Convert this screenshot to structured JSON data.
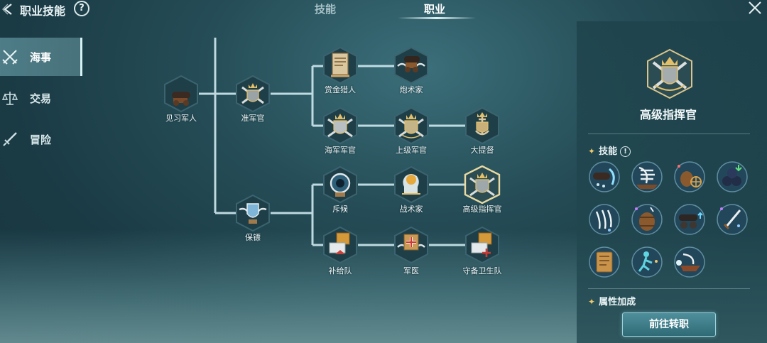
{
  "header": {
    "title": "职业技能",
    "help": "?",
    "tabs": [
      {
        "label": "技能",
        "active": false
      },
      {
        "label": "职业",
        "active": true
      }
    ]
  },
  "categories": [
    {
      "label": "海事",
      "icon": "crossed-swords-icon",
      "active": true
    },
    {
      "label": "交易",
      "icon": "scales-icon",
      "active": false
    },
    {
      "label": "冒险",
      "icon": "sword-icon",
      "active": false
    }
  ],
  "tree": {
    "nodes": {
      "trainee": {
        "label": "见习军人",
        "icon": "cannon-icon"
      },
      "ensign": {
        "label": "准军官",
        "icon": "crest-icon"
      },
      "bodyguard": {
        "label": "保镖",
        "icon": "shield-wings-icon"
      },
      "bounty_hunter": {
        "label": "赏金猎人",
        "icon": "scroll-icon"
      },
      "artillerist": {
        "label": "炮术家",
        "icon": "cannon-icon"
      },
      "navy_officer": {
        "label": "海军军官",
        "icon": "crest-icon"
      },
      "senior_officer": {
        "label": "上级军官",
        "icon": "crest-icon"
      },
      "admiral": {
        "label": "大提督",
        "icon": "anchor-crest-icon"
      },
      "scout": {
        "label": "斥候",
        "icon": "spyglass-icon"
      },
      "tactician": {
        "label": "战术家",
        "icon": "brain-icon"
      },
      "senior_commander": {
        "label": "高级指挥官",
        "icon": "crest-icon",
        "selected": true
      },
      "supply_squad": {
        "label": "补给队",
        "icon": "crates-icon"
      },
      "army_medic": {
        "label": "军医",
        "icon": "medkit-icon"
      },
      "garrison_medic": {
        "label": "守备卫生队",
        "icon": "crates-icon"
      }
    }
  },
  "panel": {
    "title": "高级指挥官",
    "skills_label": "技能",
    "skills_info": "!",
    "skills": [
      "cannon-splash-icon",
      "ship-sail-icon",
      "powder-keg-helm-icon",
      "cannonballs-icon",
      "claw-slash-icon",
      "powder-barrel-icon",
      "cannon-upgrade-icon",
      "dagger-strike-icon",
      "map-book-icon",
      "runner-icon",
      "ship-ram-icon"
    ],
    "attributes_label": "属性加成",
    "transfer_button": "前往转职"
  },
  "colors": {
    "accent": "#bfe6ee",
    "line": "#cfe9ef",
    "gold": "#e3bf6a"
  }
}
